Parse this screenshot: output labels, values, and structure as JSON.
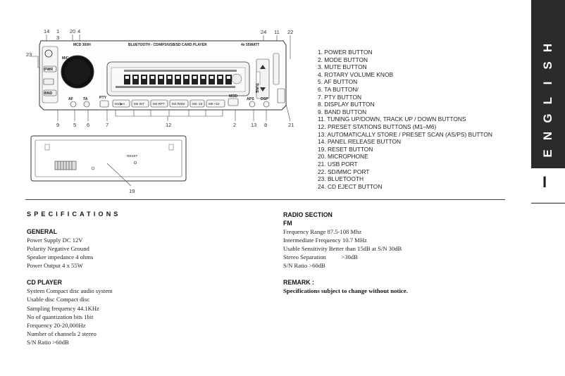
{
  "diagram": {
    "model_label": "MCD 300H",
    "faceplate_title": "BLUETOOTH - CD/MP3/USB/SD CARD PLAYER",
    "power_rating": "4x 55WATT",
    "labels": {
      "pwr": "PWR",
      "mic": "MIC",
      "pty": "PTY",
      "bnd": "BND",
      "af": "AF",
      "ta": "TA",
      "mod": "MOD",
      "aps": "APS",
      "dsp": "DSP",
      "tune": "TUNE",
      "reset": "RESET"
    },
    "preset_buttons": [
      "M1/▶II",
      "M2 INT",
      "M3 RPT",
      "M4 RDM",
      "M5 -10",
      "M6 +10"
    ],
    "callouts_top": [
      "14",
      "1",
      "3",
      "20",
      "4",
      "24",
      "11",
      "22"
    ],
    "callout_left": "23",
    "callouts_bottom": [
      "9",
      "5",
      "6",
      "7",
      "12",
      "2",
      "13",
      "8",
      "21"
    ],
    "callout_panel": "19"
  },
  "features": [
    "1. POWER BUTTON",
    "2. MODE BUTTON",
    "3. MUTE BUTTON",
    "4. ROTARY VOLUME KNOB",
    "5. AF BUTTON",
    "6. TA BUTTON/",
    "7. PTY BUTTON",
    "8. DISPLAY BUTTON",
    "9. BAND BUTTON",
    "11. TUNING UP/DOWN, TRACK UP / DOWN BUTTONS",
    "12. PRESET STATIONS BUTTONS (M1–M6)",
    "13. AUTOMATICALLY STORE / PRESET SCAN (AS/PS) BUTTON",
    "14. PANEL RELEASE BUTTON",
    "19. RESET BUTTON",
    "20. MICROPHONE",
    "21. USB PORT",
    "22. SD/MMC PORT",
    "23. BLUETOOTH",
    "24. CD EJECT BUTTON"
  ],
  "language_tab": [
    "E",
    "N",
    "G",
    "L",
    "I",
    "S",
    "H"
  ],
  "page_number": "I",
  "specifications": {
    "title": "SPECIFICATIONS",
    "general": {
      "heading": "GENERAL",
      "lines": [
        "Power Supply  DC 12V",
        "Polarity Negative Ground",
        "Speaker impedance  4 ohms",
        "Power Output 4 x 55W"
      ]
    },
    "cd_player": {
      "heading": "CD PLAYER",
      "lines": [
        "System Compact disc audio system",
        "Usable disc Compact disc",
        "Sampling frequency 44.1KHz",
        "No of quantization bits 1bit",
        "Frequency 20-20,000Hz",
        "Number of channels 2 stereo",
        "S/N Ratio >60dB"
      ]
    },
    "radio": {
      "heading": "RADIO SECTION",
      "subheading": "FM",
      "lines": [
        "Frequency Range 87.5-108 Mhz",
        "Intermediate Frequency 10.7 MHz",
        "Usable Sensitivity Better than 15dB at S/N 30dB",
        "Stereo Separation          >30dB",
        "S/N Ratio >60dB"
      ]
    },
    "remark": {
      "heading": "REMARK :",
      "text": "Specifications subject to change without notice."
    }
  }
}
